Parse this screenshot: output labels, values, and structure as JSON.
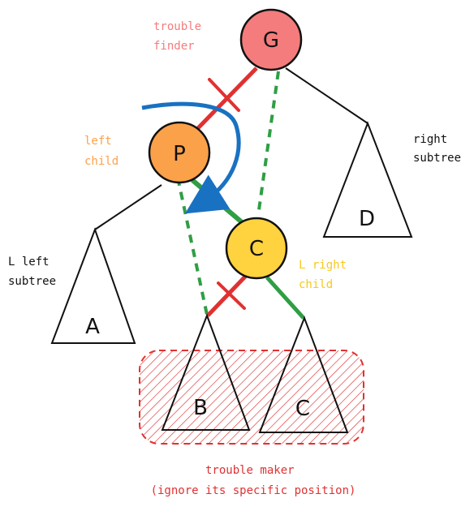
{
  "nodes": {
    "g": {
      "label": "G",
      "color": "#f47c7c",
      "role_lines": [
        "trouble",
        "finder"
      ],
      "role_color": "#f47c7c"
    },
    "p": {
      "label": "P",
      "color": "#fba149",
      "role_lines": [
        "left",
        "child"
      ],
      "role_color": "#fba149"
    },
    "c": {
      "label": "C",
      "color": "#ffd23f",
      "role_lines": [
        "L right",
        "child"
      ],
      "role_color": "#f7c91a"
    }
  },
  "subtrees": {
    "a": {
      "label": "A",
      "note_lines": [
        "L left",
        "subtree"
      ]
    },
    "b": {
      "label": "B"
    },
    "c": {
      "label": "C"
    },
    "d": {
      "label": "D",
      "note_lines": [
        "right",
        "subtree"
      ]
    }
  },
  "trouble_maker": {
    "lines": [
      "trouble maker",
      "(ignore its specific position)"
    ],
    "color": "#e03131"
  },
  "colors": {
    "cut_edge": "#e03131",
    "new_edge": "#2f9e44",
    "rotation_arrow": "#1971c2"
  }
}
